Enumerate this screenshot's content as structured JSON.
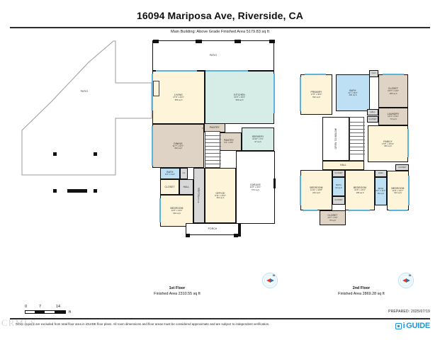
{
  "header": {
    "title": "16094 Mariposa Ave, Riverside, CA",
    "subtitle": "Main Building: Above Grade Finished Area 5179.83 sq ft"
  },
  "floor1": {
    "caption_title": "1st Floor",
    "caption_area": "Finished Area 2310.55 sq ft",
    "rooms": [
      {
        "name": "PATIO",
        "dim": "",
        "area": ""
      },
      {
        "name": "PATIO",
        "dim": "",
        "area": ""
      },
      {
        "name": "LIVING",
        "dim": "17'9\" x 20'1\"",
        "area": "356 sq ft"
      },
      {
        "name": "KITCHEN",
        "dim": "31'5\" x 19'4\"",
        "area": "669 sq ft"
      },
      {
        "name": "PANTRY",
        "dim": "",
        "area": ""
      },
      {
        "name": "PANTRY",
        "dim": "8'1\" x 6'8\"",
        "area": ""
      },
      {
        "name": "SERVERY",
        "dim": "12'10\" x 9'1\"",
        "area": "97 sq ft"
      },
      {
        "name": "DINING",
        "dim": "21'7\" x 16'7\"",
        "area": "316 sq ft"
      },
      {
        "name": "BATH",
        "dim": "9'4\" x 4'10\"",
        "area": ""
      },
      {
        "name": "CL",
        "dim": "",
        "area": ""
      },
      {
        "name": "CLOSET",
        "dim": "",
        "area": ""
      },
      {
        "name": "HALL",
        "dim": "",
        "area": ""
      },
      {
        "name": "FOYER",
        "dim": "",
        "area": "91 sq ft"
      },
      {
        "name": "OFFICE",
        "dim": "9'11\" x 20'4\"",
        "area": "201 sq ft"
      },
      {
        "name": "BEDROOM",
        "dim": "11'8\" x 14'2\"",
        "area": "166 sq ft"
      },
      {
        "name": "GARAGE",
        "dim": "22'8\" x 30'1\"",
        "area": "676 sq ft"
      },
      {
        "name": "PORCH",
        "dim": "",
        "area": ""
      }
    ]
  },
  "floor2": {
    "caption_title": "2nd Floor",
    "caption_area": "Finished Area 2869.28 sq ft",
    "rooms": [
      {
        "name": "PRIMARY",
        "dim": "17'8\" x 30'2\"",
        "area": "532 sq ft"
      },
      {
        "name": "BATH",
        "dim": "22' x 16'2\"",
        "area": "281 sq ft"
      },
      {
        "name": "CLOSET",
        "dim": "13'0\" x 14'2\"",
        "area": "186 sq ft"
      },
      {
        "name": "CLO",
        "dim": "",
        "area": ""
      },
      {
        "name": "LAUNDRY",
        "dim": "12'4\" x 5'11\"",
        "area": "73 sq ft"
      },
      {
        "name": "HALL",
        "dim": "",
        "area": ""
      },
      {
        "name": "FAMILY",
        "dim": "17'8\" x 16'11\"",
        "area": "299 sq ft"
      },
      {
        "name": "OPEN TO BELOW",
        "dim": "",
        "area": ""
      },
      {
        "name": "HALL",
        "dim": "",
        "area": ""
      },
      {
        "name": "CLOSET",
        "dim": "",
        "area": ""
      },
      {
        "name": "CLOSET",
        "dim": "",
        "area": ""
      },
      {
        "name": "CLOSET",
        "dim": "",
        "area": ""
      },
      {
        "name": "BEDROOM",
        "dim": "11'11\" x 20'8\"",
        "area": "244 sq ft"
      },
      {
        "name": "BATH",
        "dim": "",
        "area": "62 sq ft"
      },
      {
        "name": "BEDROOM",
        "dim": "12'6\" x 16'1\"",
        "area": "186 sq ft"
      },
      {
        "name": "HALL",
        "dim": "",
        "area": ""
      },
      {
        "name": "BATH",
        "dim": "9'4\" x 11'2\"",
        "area": "59 sq ft"
      },
      {
        "name": "BEDROOM",
        "dim": "12'9\" x 16'7\"",
        "area": "191 sq ft"
      },
      {
        "name": "CLOSET",
        "dim": "12'7\" x 6'2\"",
        "area": "78 sq ft"
      }
    ]
  },
  "compass": {
    "north_label": "N"
  },
  "scale": {
    "tick0": "0",
    "tick1": "7",
    "tick2": "14",
    "unit": "ft"
  },
  "footer": {
    "prepared": "PREPARED: 2025/07/19",
    "disclaimer": "White regions are excluded from total floor area in iGUIDE floor plans. All room dimensions and floor areas must be considered approximate and are subject to independent verification.",
    "logo_i": "i",
    "logo_guide": "GUIDE",
    "watermark": "CRMLS"
  },
  "colors": {
    "brand": "#2196d6",
    "fill_beige": "#fdf4d9",
    "fill_taupe": "#ded3c4",
    "fill_mint": "#d6ece6",
    "fill_blue": "#bde0f5",
    "fill_grey": "#d8d8d8",
    "wall": "#111111",
    "window": "#5bb4e0"
  }
}
